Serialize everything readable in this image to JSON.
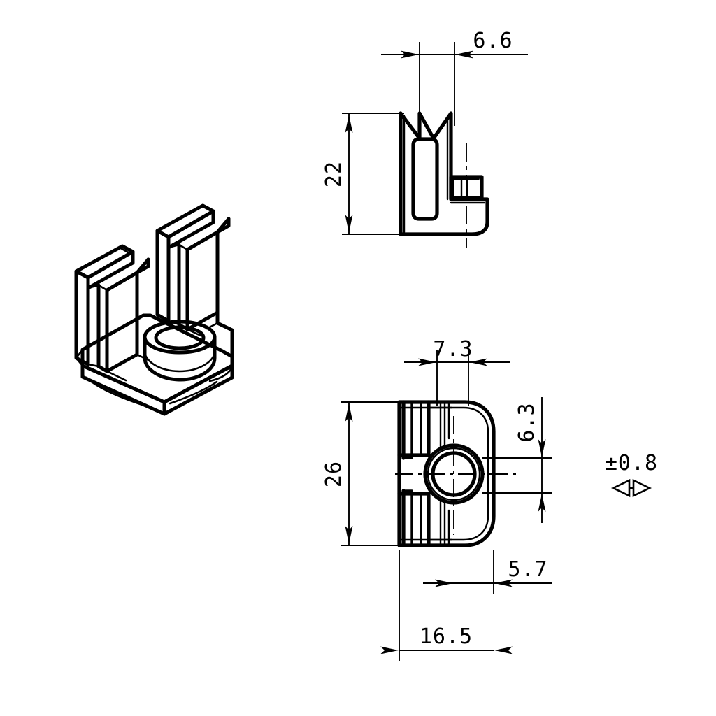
{
  "drawing": {
    "title": "Mechanical part engineering drawing",
    "background_color": "#ffffff",
    "line_color": "#000000",
    "views": [
      {
        "name": "isometric-view",
        "label": "Isometric pictorial view",
        "position": "left"
      },
      {
        "name": "side-view",
        "label": "Side elevation view",
        "position": "top-right"
      },
      {
        "name": "bottom-view",
        "label": "Plan / bottom view",
        "position": "bottom-right"
      }
    ]
  },
  "dimensions": {
    "side_view_width": "6.6",
    "side_view_height": "22",
    "bottom_view_height": "26",
    "bottom_view_slot_width": "7.3",
    "bottom_view_hole_offset": "6.3",
    "bottom_view_hole_center": "5.7",
    "bottom_view_width": "16.5"
  },
  "tolerance": {
    "value": "±0.8",
    "symbol_name": "bidirectional-tolerance-arrow"
  },
  "units": "mm"
}
